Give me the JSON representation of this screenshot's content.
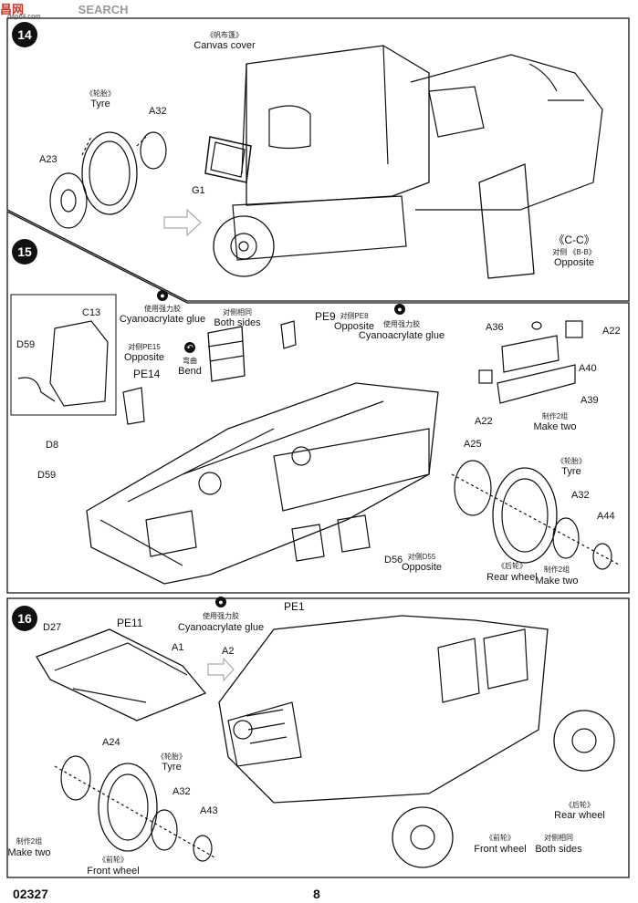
{
  "watermark": {
    "text1": "昌",
    "text2": "网",
    "text3": "SEARCH",
    "small": "oape4.com"
  },
  "steps": [
    {
      "number": "14"
    },
    {
      "number": "15"
    },
    {
      "number": "16"
    }
  ],
  "step14": {
    "canvas_cn": "《帆布篷》",
    "canvas_en": "Canvas cover",
    "tyre_cn": "《轮胎》",
    "tyre_en": "Tyre",
    "a32": "A32",
    "a23": "A23",
    "g1": "G1",
    "cc": "《C-C》",
    "cc_opp_cn": "对侧 《B-B》",
    "cc_opp_en": "Opposite"
  },
  "step15": {
    "c13": "C13",
    "d59a": "D59",
    "glue1_cn": "使用强力胶",
    "glue1_en": "Cyanoacrylate glue",
    "both_cn": "对侧相同",
    "both_en": "Both sides",
    "pe9": "PE9",
    "pe8_cn": "对侧PE8",
    "pe8_en": "Opposite",
    "glue2_cn": "使用强力胶",
    "glue2_en": "Cyanoacrylate glue",
    "pe15_cn": "对侧PE15",
    "pe15_en": "Opposite",
    "pe14": "PE14",
    "bend_cn": "弯曲",
    "bend_en": "Bend",
    "d8": "D8",
    "d59b": "D59",
    "a36": "A36",
    "a22a": "A22",
    "a40": "A40",
    "a39": "A39",
    "a22b": "A22",
    "make2_cn": "制作2组",
    "make2_en": "Make two",
    "a25": "A25",
    "tyre_cn": "《轮胎》",
    "tyre_en": "Tyre",
    "a32": "A32",
    "a44": "A44",
    "d56": "D56",
    "d55_cn": "对侧D55",
    "d55_en": "Opposite",
    "rear_cn": "《后轮》",
    "rear_en": "Rear wheel",
    "make2b_cn": "制作2组",
    "make2b_en": "Make two"
  },
  "step16": {
    "d27": "D27",
    "pe11": "PE11",
    "a1": "A1",
    "glue_cn": "使用强力胶",
    "glue_en": "Cyanoacrylate glue",
    "pe1": "PE1",
    "a2": "A2",
    "a24": "A24",
    "tyre_cn": "《轮胎》",
    "tyre_en": "Tyre",
    "a32": "A32",
    "a43": "A43",
    "make2_cn": "制作2组",
    "make2_en": "Make two",
    "front_cn": "《前轮》",
    "front_en": "Front wheel",
    "front2_cn": "《前轮》",
    "front2_en": "Front wheel",
    "rear_cn": "《后轮》",
    "rear_en": "Rear wheel",
    "both_cn": "对侧相同",
    "both_en": "Both sides"
  },
  "footer": {
    "code": "02327",
    "page": "8"
  }
}
